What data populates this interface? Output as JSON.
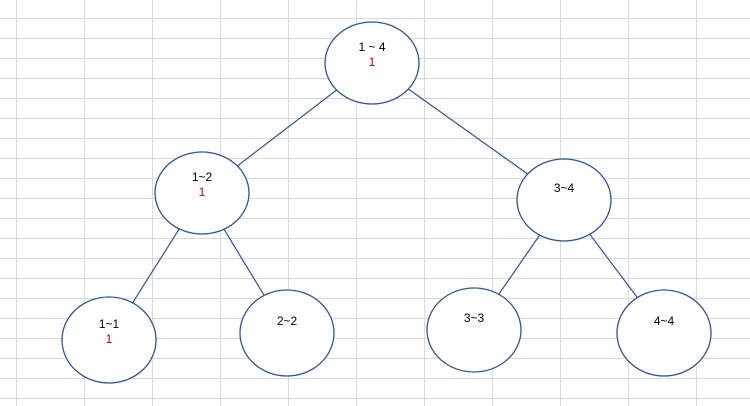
{
  "diagram": {
    "value_color": "#c00000",
    "line_color": "#2f5597",
    "grid_color": "#d9d9d9",
    "nodes": [
      {
        "id": "n14",
        "range": "1 ~ 4",
        "value": "1"
      },
      {
        "id": "n12",
        "range": "1~2",
        "value": "1"
      },
      {
        "id": "n34",
        "range": "3~4",
        "value": ""
      },
      {
        "id": "n11",
        "range": "1~1",
        "value": "1"
      },
      {
        "id": "n22",
        "range": "2~2",
        "value": ""
      },
      {
        "id": "n33",
        "range": "3~3",
        "value": ""
      },
      {
        "id": "n44",
        "range": "4~4",
        "value": ""
      }
    ],
    "edges": [
      {
        "from": "n14",
        "to": "n12"
      },
      {
        "from": "n14",
        "to": "n34"
      },
      {
        "from": "n12",
        "to": "n11"
      },
      {
        "from": "n12",
        "to": "n22"
      },
      {
        "from": "n34",
        "to": "n33"
      },
      {
        "from": "n34",
        "to": "n44"
      }
    ]
  }
}
